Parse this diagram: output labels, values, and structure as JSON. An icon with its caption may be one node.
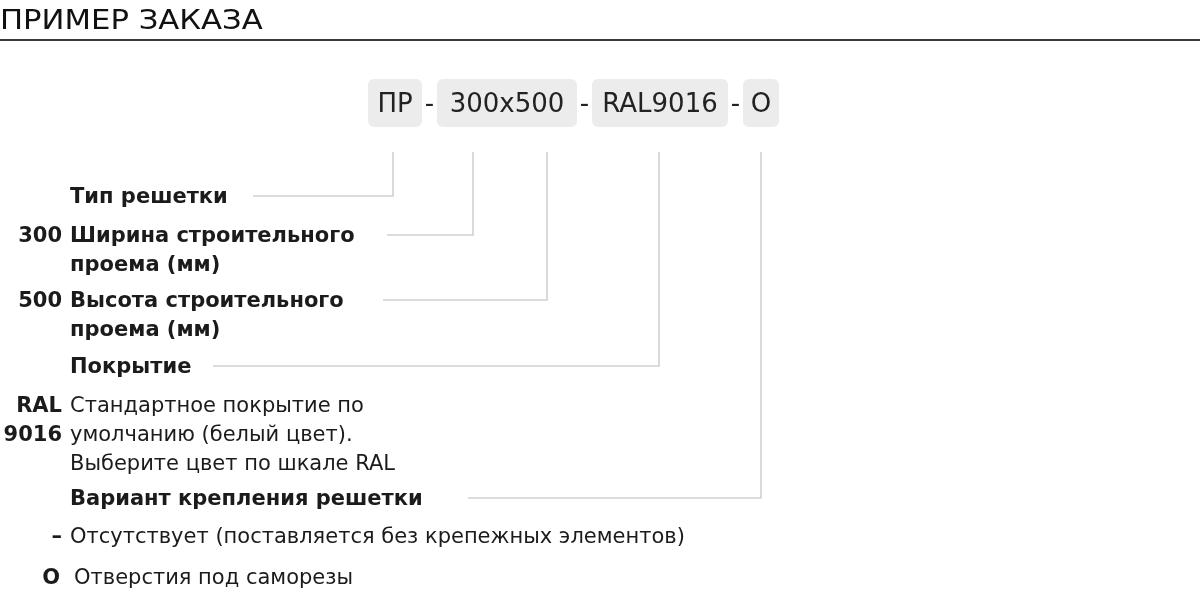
{
  "diagram": {
    "title": "ПРИМЕР ЗАКАЗА",
    "nodes": [
      {
        "text": [
          "ПР"
        ]
      },
      {
        "text": [
          "300x500"
        ]
      },
      {
        "text": [
          "RAL9016"
        ]
      },
      {
        "text": [
          "О"
        ]
      },
      {
        "text": [
          "Тип решетки"
        ]
      },
      {
        "text": [
          "Ширина строительного проема (мм)"
        ],
        "beside": [
          "300"
        ]
      },
      {
        "text": [
          "Высота строительного проема (мм)"
        ],
        "beside": [
          "500"
        ]
      },
      {
        "text": [
          "Покрытие"
        ]
      },
      {
        "text": [
          "Вариант крепления решетки"
        ]
      }
    ],
    "edges": [
      {
        "from": 4,
        "to": 0,
        "arrow": "none"
      },
      {
        "from": 5,
        "to": 1,
        "arrow": "none"
      },
      {
        "from": 6,
        "to": 1,
        "arrow": "none"
      },
      {
        "from": 7,
        "to": 2,
        "arrow": "none"
      },
      {
        "from": 8,
        "to": 3,
        "arrow": "none"
      }
    ],
    "labels": [
      "-",
      "-",
      "-",
      "RAL 9016",
      "Стандартное покрытие по умолчанию (белый цвет). Выберите цвет по шкале RAL",
      "–",
      "Отсутствует (поставляется без крепежных элементов)",
      "О",
      "Отверстия под саморезы"
    ]
  }
}
